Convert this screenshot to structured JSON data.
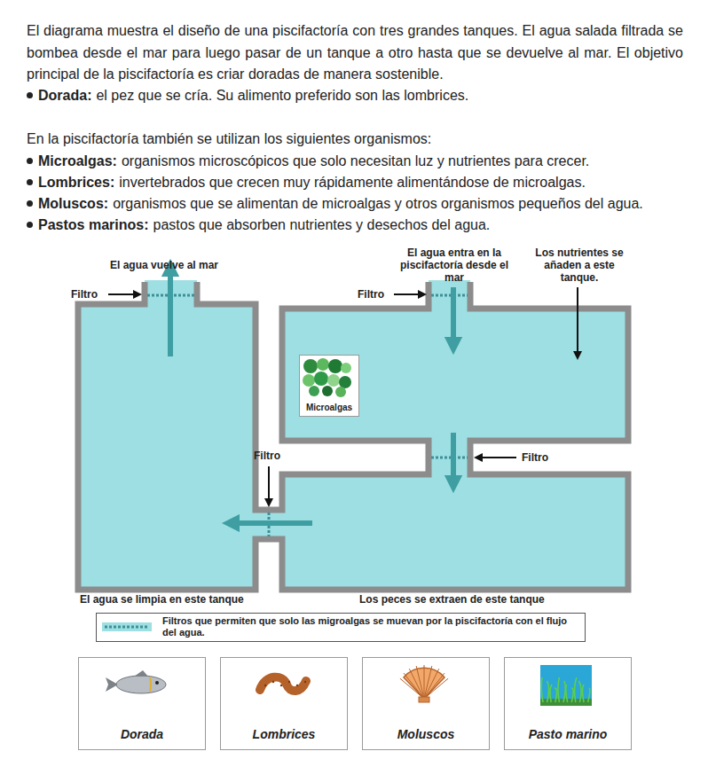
{
  "diagram": {
    "nodes": [
      {
        "text": [
          "Microalgas"
        ]
      },
      {
        "text": [
          "Dorada"
        ]
      },
      {
        "text": [
          "Lombrices"
        ]
      },
      {
        "text": [
          "Moluscos"
        ]
      },
      {
        "text": [
          "Pasto marino"
        ]
      }
    ],
    "labels": [
      "El diagrama muestra el diseño de una piscifactoría con tres grandes tanques. El agua salada filtrada se bombea desde el mar para luego pasar de un tanque a otro hasta que se devuelve al mar. El objetivo principal de la piscifactoría es criar doradas de manera sostenible.",
      "Dorada:",
      "el pez que se cría. Su alimento preferido son las lombrices.",
      "En la piscifactoría también se utilizan los siguientes organismos:",
      "Microalgas:",
      "organismos microscópicos que solo necesitan luz y nutrientes para crecer.",
      "Lombrices:",
      "invertebrados que crecen muy rápidamente alimentándose de microalgas.",
      "Moluscos:",
      "organismos que se alimentan de microalgas y otros organismos pequeños del agua.",
      "Pastos marinos:",
      "pastos que absorben nutrientes y desechos del agua.",
      "El agua vuelve al mar",
      "El agua entra en la piscifactoría desde el mar",
      "Los nutrientes se añaden a este tanque.",
      "Filtro",
      "Filtro",
      "Filtro",
      "Filtro",
      "El agua se limpia en este tanque",
      "Los peces se extraen de este tanque"
    ],
    "legend": [
      {
        "text": "Filtros que permiten que solo las migroalgas se muevan por la piscifactoría con el flujo del agua."
      }
    ]
  }
}
